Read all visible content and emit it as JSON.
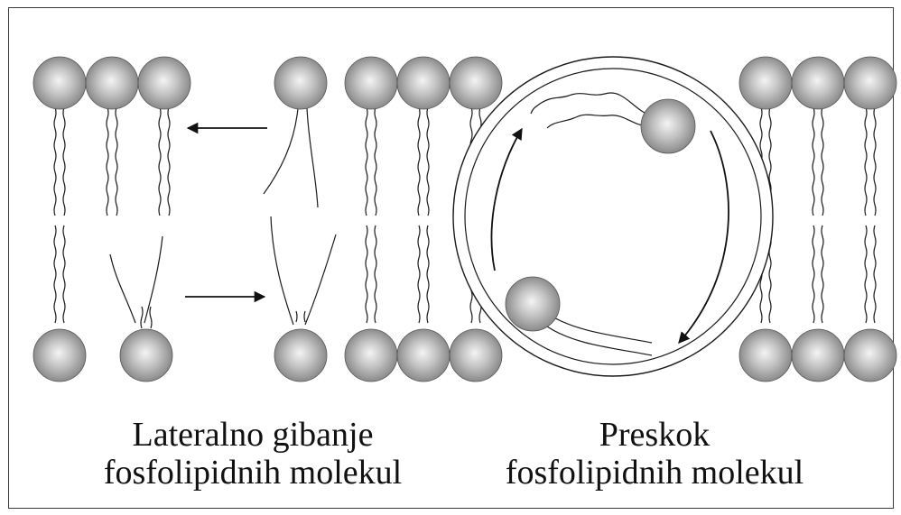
{
  "captions": {
    "lateral": {
      "line1": "Lateralno gibanje",
      "line2": "fosfolipidnih molekul"
    },
    "flipflop": {
      "line1": "Preskok",
      "line2": "fosfolipidnih molekul"
    }
  },
  "colors": {
    "head_light": "#f2f2f2",
    "head_dark": "#7a7a7a",
    "line": "#1a1a1a"
  }
}
